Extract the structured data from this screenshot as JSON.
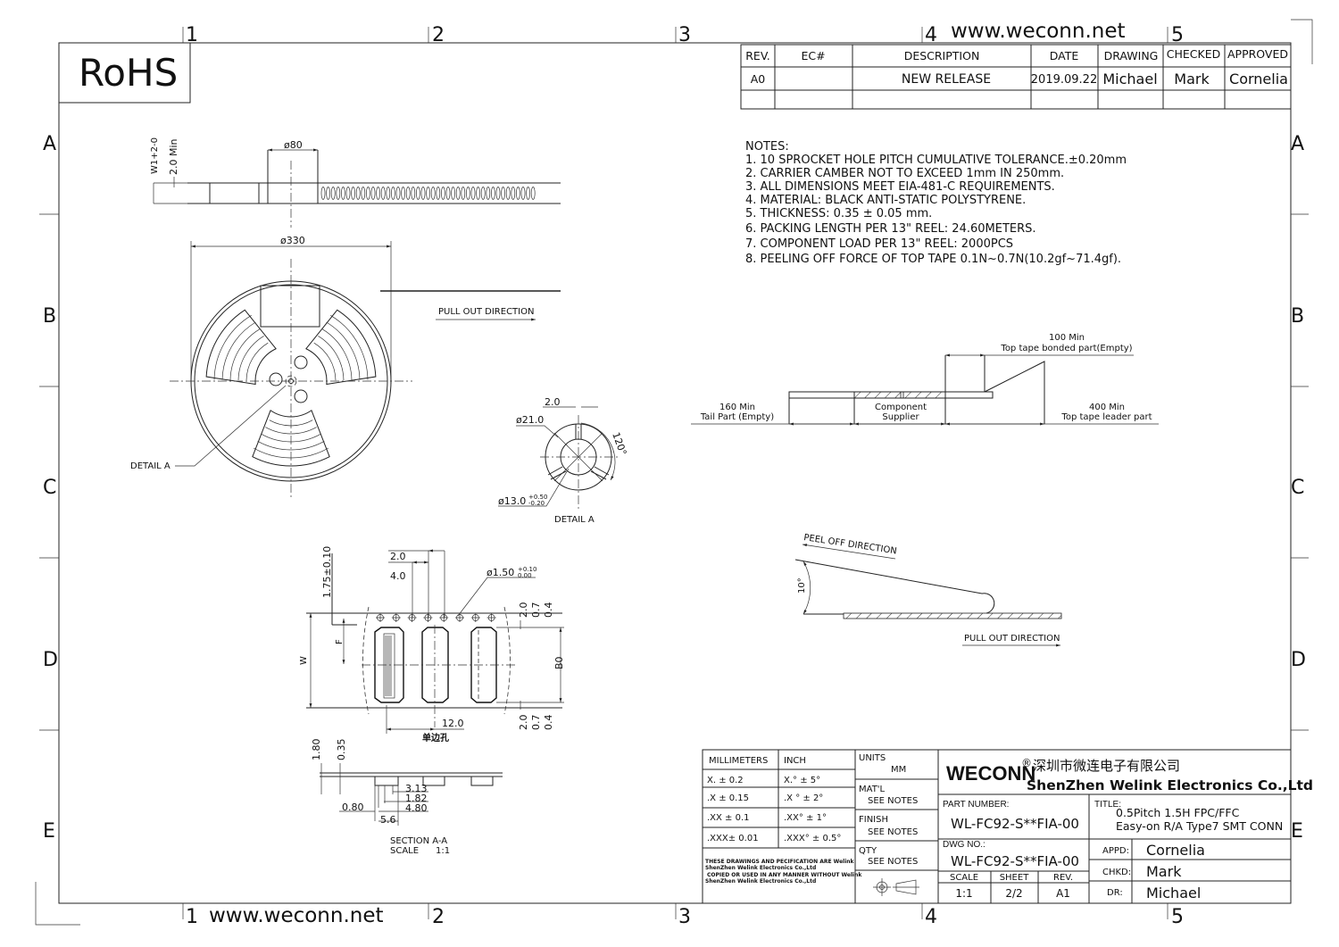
{
  "website": "www.weconn.net",
  "rohs": "RoHS",
  "zones": {
    "columns": [
      "1",
      "2",
      "3",
      "4",
      "5"
    ],
    "rows": [
      "A",
      "B",
      "C",
      "D",
      "E"
    ]
  },
  "revision_table": {
    "headers": [
      "REV.",
      "EC#",
      "DESCRIPTION",
      "DATE",
      "DRAWING",
      "CHECKED",
      "APPROVED"
    ],
    "rows": [
      [
        "A0",
        "",
        "NEW RELEASE",
        "2019.09.22",
        "Michael",
        "Mark",
        "Cornelia"
      ]
    ]
  },
  "notes": {
    "heading": "NOTES:",
    "items": [
      "1.  10  SPROCKET  HOLE  PITCH  CUMULATIVE  TOLERANCE.±0.20mm",
      "2.  CARRIER  CAMBER  NOT  TO  EXCEED  1mm  IN  250mm.",
      "3.  ALL  DIMENSIONS  MEET  EIA-481-C  REQUIREMENTS.",
      "4.  MATERIAL:  BLACK  ANTI-STATIC  POLYSTYRENE.",
      "5.  THICKNESS:  0.35  ±  0.05  mm.",
      "6.  PACKING  LENGTH  PER  13\"  REEL:  24.60METERS.",
      "7.  COMPONENT  LOAD  PER  13\"  REEL:  2000PCS",
      "8.  PEELING  OFF  FORCE  OF  TOP  TAPE  0.1N~0.7N(10.2gf~71.4gf)."
    ]
  },
  "reel": {
    "hub_dia": "ø80",
    "width_tol": "W1+2-0",
    "min_flange": "2.0 Min",
    "reel_dia": "ø330",
    "pull_out": "PULL  OUT  DIRECTION",
    "detail_callout": "DETAIL  A"
  },
  "detail_a": {
    "slot": "2.0",
    "outer_dia": "ø21.0",
    "angle": "120°",
    "bore_dia": "ø13.0",
    "bore_tol_upper": "+0.50",
    "bore_tol_lower": "-0.20",
    "label": "DETAIL  A"
  },
  "leader": {
    "bonded_dim": "100  Min",
    "bonded_label": "Top  tape  bonded  part(Empty)",
    "tail_dim": "160  Min",
    "tail_label": "Tail  Part  (Empty)",
    "component_1": "Component",
    "component_2": "Supplier",
    "leader_dim": "400  Min",
    "leader_label": "Top  tape  leader  part"
  },
  "peel": {
    "peel_label": "PEEL  OFF  DIRECTION",
    "angle": "10°",
    "pull_label": "PULL  OUT  DIRECTION"
  },
  "pocket": {
    "sprocket_offset": "1.75±0.10",
    "pitch_p2": "2.0",
    "pitch_p0": "4.0",
    "hole_dia": "ø1.50",
    "hole_tol_upper": "+0.10",
    "hole_tol_lower": "0.00",
    "f_label": "F",
    "w_label": "W",
    "b0_label": "B0",
    "right_top": [
      "2.0",
      "0.7",
      "0.4"
    ],
    "right_bottom": [
      "2.0",
      "0.7",
      "0.4"
    ],
    "pitch_p1": "12.0",
    "single_side_holes": "单边孔"
  },
  "section": {
    "height_total": "1.80",
    "thickness": "0.35",
    "dims": [
      "3.13",
      "1.82",
      "4.80",
      "0.80",
      "5.6"
    ],
    "title": "SECTION  A-A",
    "scale_label": "SCALE",
    "scale_value": "1:1"
  },
  "tolerance_table": {
    "headers": [
      "MILLIMETERS",
      "INCH"
    ],
    "rows": [
      [
        "X.  ±  0.2",
        "X.°  ±  5°"
      ],
      [
        ".X   ± 0.15",
        ".X °  ± 2°"
      ],
      [
        ".XX  ± 0.1",
        ".XX°  ± 1°"
      ],
      [
        ".XXX± 0.01",
        ".XXX° ± 0.5°"
      ]
    ],
    "disclaimer": [
      "THESE DRAWINGS AND PECIFICATION  ARE Welink",
      "ShenZhen Welink Electronics Co.,Ltd",
      "COPIED OR USED IN ANY MANNER WITHOUT Welink",
      "ShenZhen Welink Electronics Co.,Ltd"
    ]
  },
  "spec_column": {
    "units_label": "UNITS",
    "units_value": "MM",
    "material_label": "MAT'L",
    "material_value": "SEE NOTES",
    "finish_label": "FINISH",
    "finish_value": "SEE NOTES",
    "qty_label": "QTY",
    "qty_value": "SEE NOTES"
  },
  "title_block": {
    "brand": "WECONN",
    "registered": "®",
    "company_cn": "深圳市微连电子有限公司",
    "company_en": "ShenZhen Welink Electronics Co.,Ltd",
    "part_number_label": "PART NUMBER:",
    "part_number": "WL-FC92-S**FIA-00",
    "title_label": "TITLE:",
    "title_line1": "0.5Pitch 1.5H FPC/FFC",
    "title_line2": "Easy-on R/A Type7 SMT CONN",
    "dwg_no_label": "DWG NO.:",
    "dwg_no": "WL-FC92-S**FIA-00",
    "scale_label": "SCALE",
    "scale": "1:1",
    "sheet_label": "SHEET",
    "sheet": "2/2",
    "rev_label": "REV.",
    "rev": "A1",
    "appd_label": "APPD:",
    "appd": "Cornelia",
    "chkd_label": "CHKD:",
    "chkd": "Mark",
    "dr_label": "DR:",
    "dr": "Michael"
  }
}
